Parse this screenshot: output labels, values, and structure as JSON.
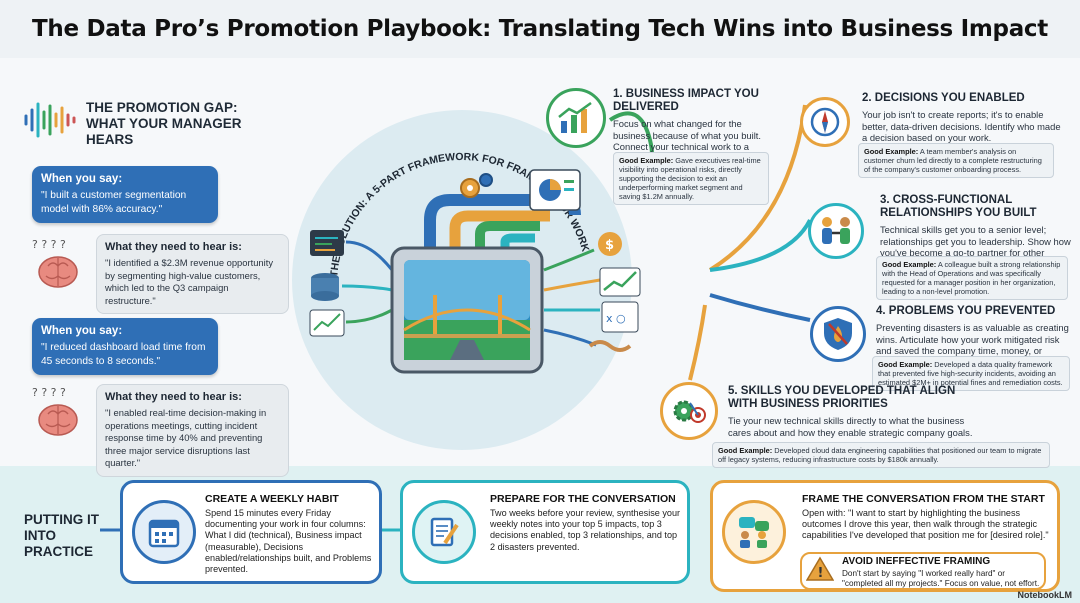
{
  "title": "The Data Pro’s Promotion Playbook: Translating Tech Wins into Business Impact",
  "gap": {
    "title": "THE PROMOTION GAP: WHAT YOUR MANAGER HEARS",
    "pairs": [
      {
        "say_label": "When you say:",
        "say_text": "\"I built a customer segmentation model with 86% accuracy.\"",
        "hear_label": "What they need to hear is:",
        "hear_text": "\"I identified a $2.3M revenue opportunity by segmenting high-value customers, which led to the Q3 campaign restructure.\""
      },
      {
        "say_label": "When you say:",
        "say_text": "\"I reduced dashboard load time from 45 seconds to 8 seconds.\"",
        "hear_label": "What they need to hear is:",
        "hear_text": "\"I enabled real-time decision-making in operations meetings, cutting incident response time by 40% and preventing three major service disruptions last quarter.\""
      }
    ]
  },
  "framework": {
    "arc_title": "THE SOLUTION: A 5-PART FRAMEWORK FOR FRAMING YOUR WORK",
    "items": [
      {
        "title": "1. BUSINESS IMPACT YOU DELIVERED",
        "desc": "Focus on what changed for the business because of what you built. Connect your technical work to a measurable outcome.",
        "example_label": "Good Example:",
        "example": "Gave executives real-time visibility into operational risks, directly supporting the decision to exit an underperforming market segment and saving $1.2M annually.",
        "color": "#3aa35c"
      },
      {
        "title": "2. DECISIONS YOU ENABLED",
        "desc": "Your job isn't to create reports; it's to enable better, data-driven decisions. Identify who made a decision based on your work.",
        "example_label": "Good Example:",
        "example": "A team member's analysis on customer churn led directly to a complete restructuring of the company's customer onboarding process.",
        "color": "#e7a23d"
      },
      {
        "title": "3. CROSS-FUNCTIONAL RELATIONSHIPS YOU BUILT",
        "desc": "Technical skills get you to a senior level; relationships get you to leadership. Show how you've become a go-to partner for other business units.",
        "example_label": "Good Example:",
        "example": "A colleague built a strong relationship with the Head of Operations and was specifically requested for a manager position in her organization, leading to a non-level promotion.",
        "color": "#2bb3c0"
      },
      {
        "title": "4. PROBLEMS YOU PREVENTED",
        "desc": "Preventing disasters is as valuable as creating wins. Articulate how your work mitigated risk and saved the company time, money, or reputation.",
        "example_label": "Good Example:",
        "example": "Developed a data quality framework that prevented five high-security incidents, avoiding an estimated $2M+ in potential fines and remediation costs.",
        "color": "#2f6fb6"
      },
      {
        "title": "5. SKILLS YOU DEVELOPED THAT ALIGN WITH BUSINESS PRIORITIES",
        "desc": "Tie your new technical skills directly to what the business cares about and how they enable strategic company goals.",
        "example_label": "Good Example:",
        "example": "Developed cloud data engineering capabilities that positioned our team to migrate off legacy systems, reducing infrastructure costs by $180k annually.",
        "color": "#e7a23d"
      }
    ]
  },
  "practice": {
    "title": "PUTTING IT INTO PRACTICE",
    "steps": [
      {
        "title": "CREATE A WEEKLY HABIT",
        "desc": "Spend 15 minutes every Friday documenting your work in four columns: What I did (technical), Business impact (measurable), Decisions enabled/relationships built, and Problems prevented."
      },
      {
        "title": "PREPARE FOR THE CONVERSATION",
        "desc": "Two weeks before your review, synthesise your weekly notes into your top 5 impacts, top 3 decisions enabled, top 3 relationships, and top 2 disasters prevented."
      },
      {
        "title": "FRAME THE CONVERSATION FROM THE START",
        "desc": "Open with: \"I want to start by highlighting the business outcomes I drove this year, then walk through the strategic capabilities I've developed that position me for [desired role].\""
      }
    ],
    "warn_title": "AVOID INEFFECTIVE FRAMING",
    "warn_text": "Don't start by saying \"I worked really hard\" or \"completed all my projects.\" Focus on value, not effort."
  },
  "brand": "NotebookLM",
  "colors": {
    "blue": "#2f6fb6",
    "green": "#3aa35c",
    "teal": "#2bb3c0",
    "orange": "#e7a23d"
  }
}
